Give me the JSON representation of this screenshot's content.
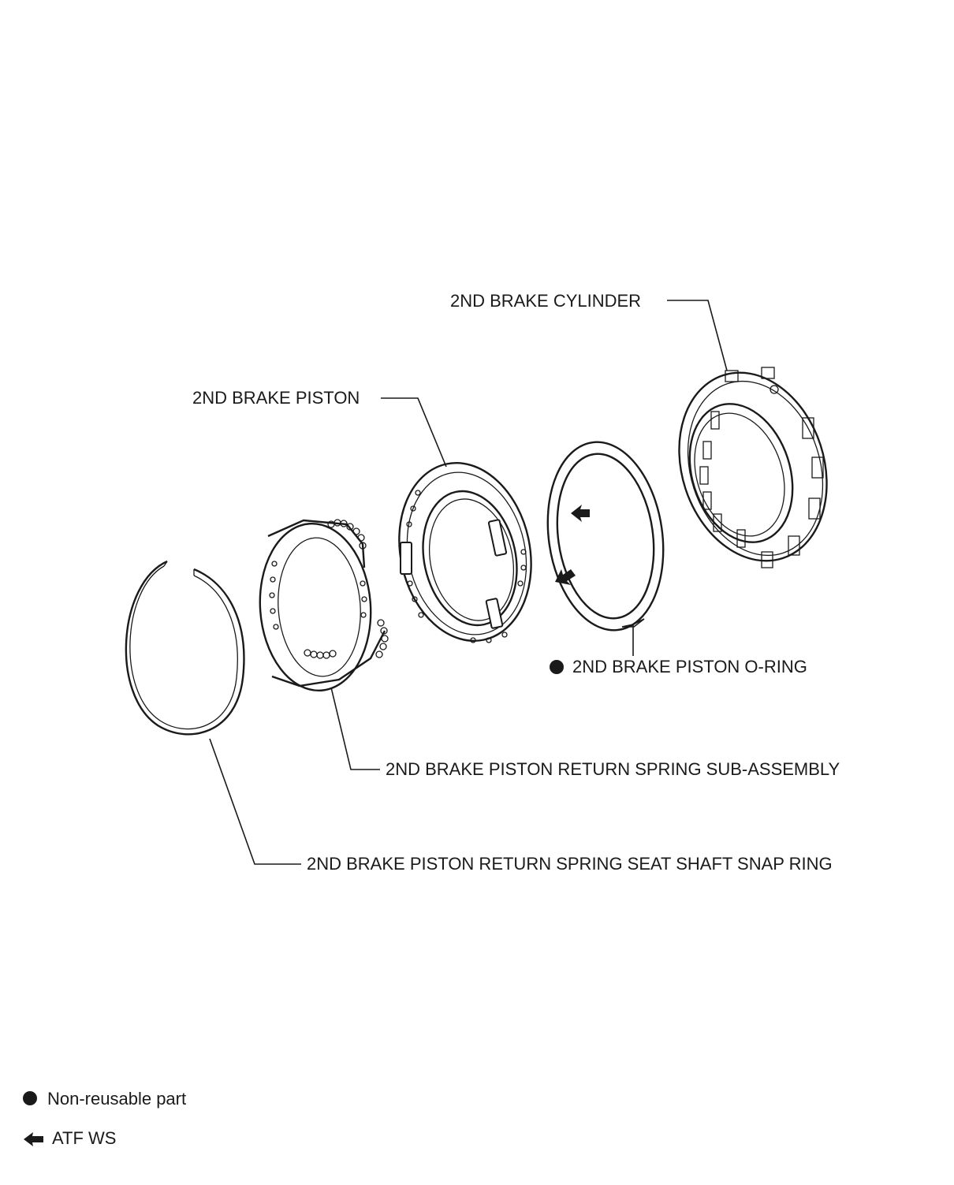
{
  "callouts": {
    "cylinder": "2ND BRAKE CYLINDER",
    "piston": "2ND BRAKE PISTON",
    "oring": "2ND BRAKE PISTON O-RING",
    "spring_sub": "2ND BRAKE PISTON RETURN SPRING SUB-ASSEMBLY",
    "snap_ring": "2ND BRAKE PISTON RETURN SPRING SEAT SHAFT SNAP RING"
  },
  "legend": {
    "non_reusable": "Non-reusable part",
    "atf": "ATF WS"
  },
  "icons": {
    "non_reusable": "filled-circle-icon",
    "atf": "left-arrow-icon"
  }
}
